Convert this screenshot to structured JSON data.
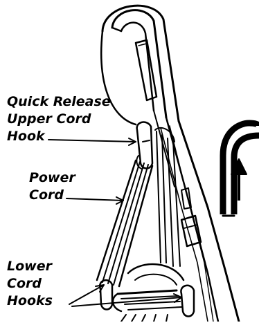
{
  "labels": {
    "quick_release": {
      "line1": "Quick Release",
      "line2": "Upper Cord",
      "line3": "Hook"
    },
    "power_cord": {
      "line1": "Power",
      "line2": "Cord"
    },
    "lower_hooks": {
      "line1": "Lower",
      "line2": "Cord",
      "line3": "Hooks"
    }
  },
  "colors": {
    "ink": "#000000",
    "paper": "#ffffff"
  }
}
